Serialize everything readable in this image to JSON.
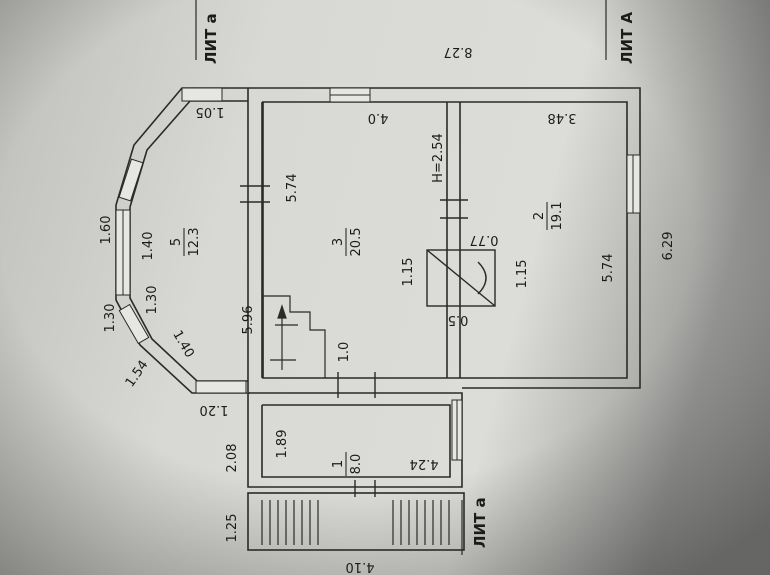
{
  "labels": {
    "lit_a_top": "ЛИТ а",
    "lit_A_top": "ЛИТ А",
    "lit_a_bottom": "ЛИТ а"
  },
  "dimensions": {
    "d_827": "8.27",
    "d_105": "1.05",
    "d_40": "4.0",
    "d_348": "3.48",
    "d_160": "1.60",
    "d_140a": "1.40",
    "d_574a": "5.74",
    "d_h254": "H=2.54",
    "d_130a": "1.30",
    "d_130b": "1.30",
    "d_140b": "1.40",
    "d_154": "1.54",
    "d_596": "5.96",
    "d_077": "0.77",
    "d_115a": "1.15",
    "d_115b": "1.15",
    "d_574b": "5.74",
    "d_629": "6.29",
    "d_05": "0.5",
    "d_10": "1.0",
    "d_120": "1.20",
    "d_208": "2.08",
    "d_189": "1.89",
    "d_424": "4.24",
    "d_125": "1.25",
    "d_410": "4.10"
  },
  "rooms": [
    {
      "number": "1",
      "area": "8.0"
    },
    {
      "number": "2",
      "area": "19.1"
    },
    {
      "number": "3",
      "area": "20.5"
    },
    {
      "number": "5",
      "area": "12.3"
    }
  ]
}
